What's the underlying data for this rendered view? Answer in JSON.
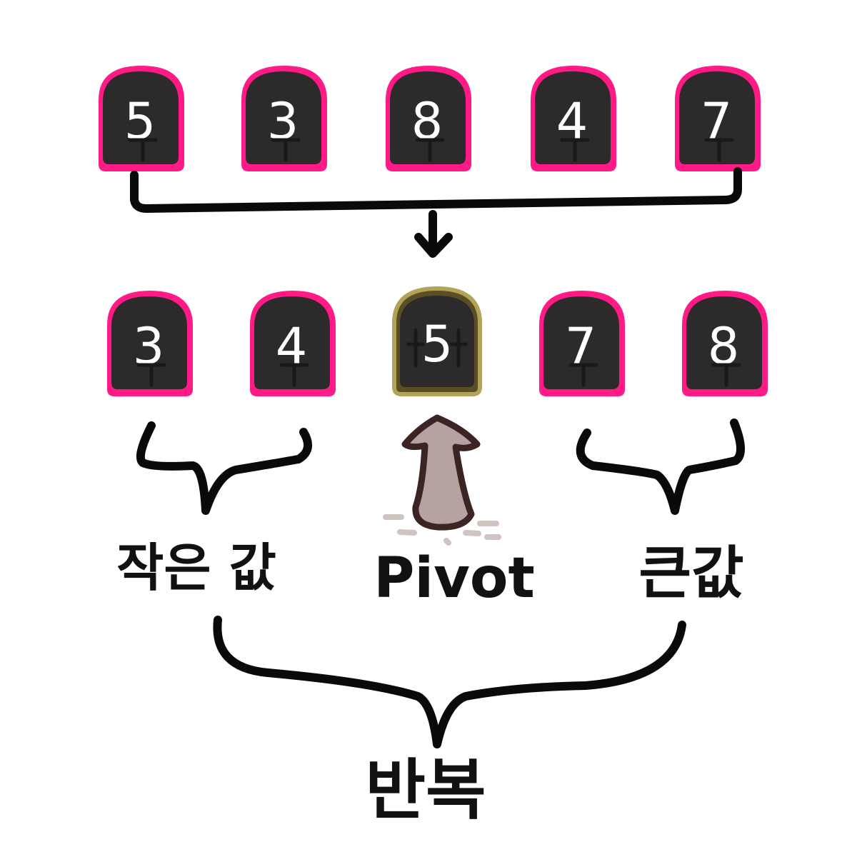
{
  "top_row": [
    {
      "value": "5",
      "pivot": false
    },
    {
      "value": "3",
      "pivot": false
    },
    {
      "value": "8",
      "pivot": false
    },
    {
      "value": "4",
      "pivot": false
    },
    {
      "value": "7",
      "pivot": false
    }
  ],
  "bottom_row": [
    {
      "value": "3",
      "pivot": false
    },
    {
      "value": "4",
      "pivot": false
    },
    {
      "value": "5",
      "pivot": true
    },
    {
      "value": "7",
      "pivot": false
    },
    {
      "value": "8",
      "pivot": false
    }
  ],
  "labels": {
    "smaller": "작은 값",
    "pivot": "Pivot",
    "larger": "큰값",
    "repeat": "반복"
  },
  "colors": {
    "mask_body": "#2c2a2b",
    "mask_edge": "#ff1a86",
    "pivot_edge": "#b3a25a",
    "pivot_text": "#3a1414",
    "arrow_fill": "#b6a3a0",
    "arrow_stroke": "#3b2423",
    "ink": "#0a0a0a"
  }
}
